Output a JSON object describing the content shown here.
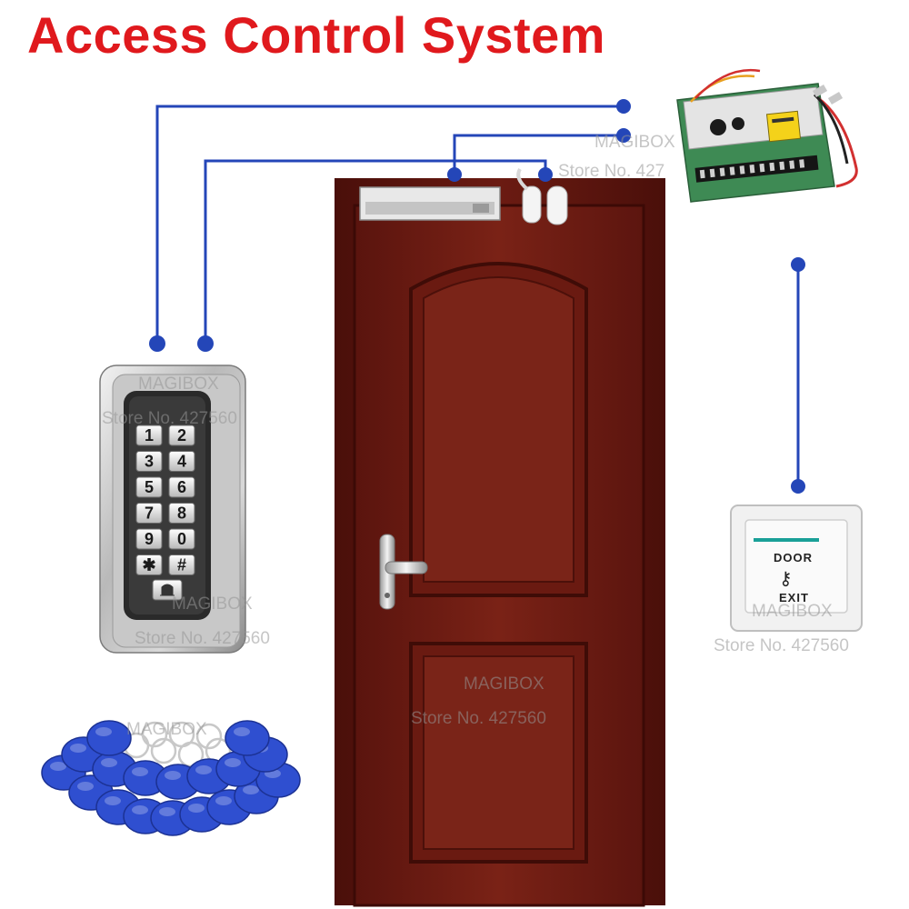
{
  "title": "Access Control System",
  "watermarks": {
    "brand": "MAGIBOX",
    "store": "Store No. 427560",
    "store_cut": "Store No. 427"
  },
  "keypad": {
    "keys": [
      "1",
      "2",
      "3",
      "4",
      "5",
      "6",
      "7",
      "8",
      "9",
      "0",
      "✱",
      "#"
    ],
    "bell_icon": "bell-icon"
  },
  "exit_button": {
    "top_label": "DOOR",
    "bottom_label": "EXIT",
    "icon": "key-icon"
  },
  "colors": {
    "title": "#e0191d",
    "wire": "#2446b8",
    "door": "#6e1a12",
    "fob": "#2f4fd0",
    "plate_stripe": "#1aa098"
  }
}
